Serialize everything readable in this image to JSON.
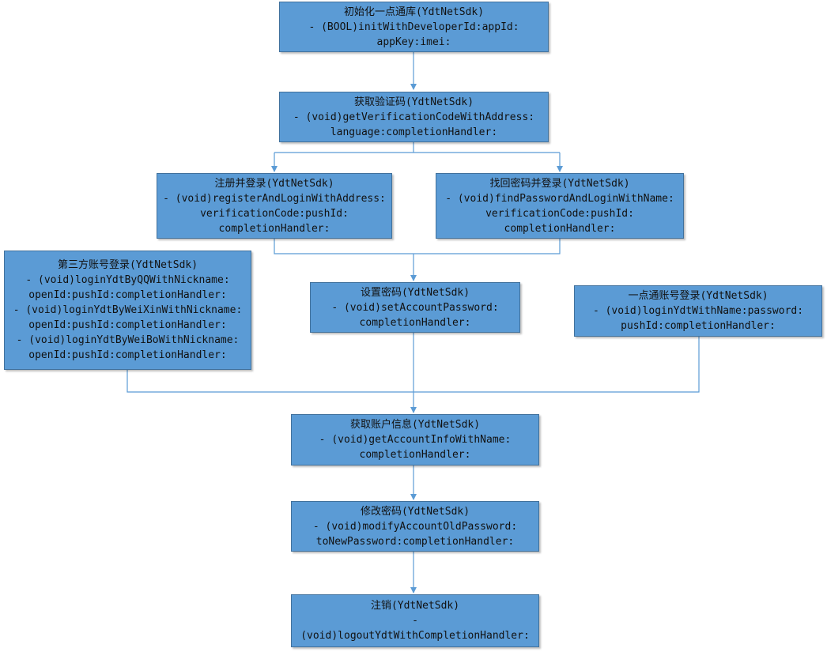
{
  "nodes": {
    "init": {
      "title": "初始化一点通库(YdtNetSdk)",
      "lines": [
        "- (BOOL)initWithDeveloperId:appId:",
        "appKey:imei:"
      ]
    },
    "verify": {
      "title": "获取验证码(YdtNetSdk)",
      "lines": [
        "- (void)getVerificationCodeWithAddress:",
        "language:completionHandler:"
      ]
    },
    "register": {
      "title": "注册并登录(YdtNetSdk)",
      "lines": [
        "- (void)registerAndLoginWithAddress:",
        "verificationCode:pushId:",
        "completionHandler:"
      ]
    },
    "findpwd": {
      "title": "找回密码并登录(YdtNetSdk)",
      "lines": [
        "- (void)findPasswordAndLoginWithName:",
        "verificationCode:pushId:",
        "completionHandler:"
      ]
    },
    "thirdparty": {
      "title": "第三方账号登录(YdtNetSdk)",
      "lines": [
        "- (void)loginYdtByQQWithNickname:",
        "openId:pushId:completionHandler:",
        "- (void)loginYdtByWeiXinWithNickname:",
        "openId:pushId:completionHandler:",
        "- (void)loginYdtByWeiBoWithNickname:",
        "openId:pushId:completionHandler:"
      ]
    },
    "setpwd": {
      "title": "设置密码(YdtNetSdk)",
      "lines": [
        "- (void)setAccountPassword:",
        "completionHandler:"
      ]
    },
    "ydtlogin": {
      "title": "一点通账号登录(YdtNetSdk)",
      "lines": [
        "- (void)loginYdtWithName:password:",
        "pushId:completionHandler:"
      ]
    },
    "accountinfo": {
      "title": "获取账户信息(YdtNetSdk)",
      "lines": [
        "- (void)getAccountInfoWithName:",
        "completionHandler:"
      ]
    },
    "modifypwd": {
      "title": "修改密码(YdtNetSdk)",
      "lines": [
        "- (void)modifyAccountOldPassword:",
        "toNewPassword:completionHandler:"
      ]
    },
    "logout": {
      "title": "注销(YdtNetSdk)",
      "lines": [
        "-",
        "(void)logoutYdtWithCompletionHandler:"
      ]
    }
  },
  "colors": {
    "node_fill": "#5b9bd5",
    "node_border": "#41719c",
    "edge": "#5b9bd5"
  }
}
